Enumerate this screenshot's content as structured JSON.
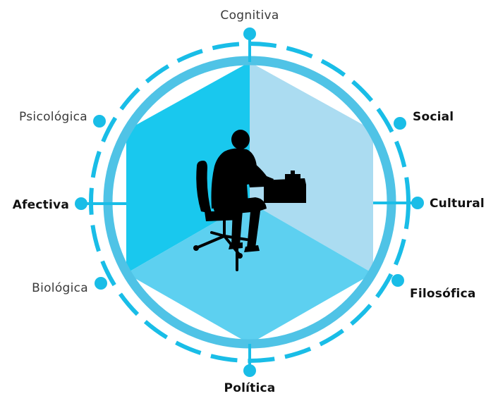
{
  "diagram": {
    "center_figure": "person-at-desk-silhouette",
    "colors": {
      "primary_blue": "#19bde7",
      "ring_blue": "#4fc3e6",
      "light_blue": "#a9ddf2",
      "mid_blue": "#58d0ef",
      "silhouette": "#000000"
    },
    "dimensions": {
      "cognitiva": "Cognitiva",
      "social": "Social",
      "cultural": "Cultural",
      "filosofica": "Filosófica",
      "politica": "Política",
      "biologica": "Biológica",
      "afectiva": "Afectiva",
      "psicologica": "Psicológica"
    }
  }
}
